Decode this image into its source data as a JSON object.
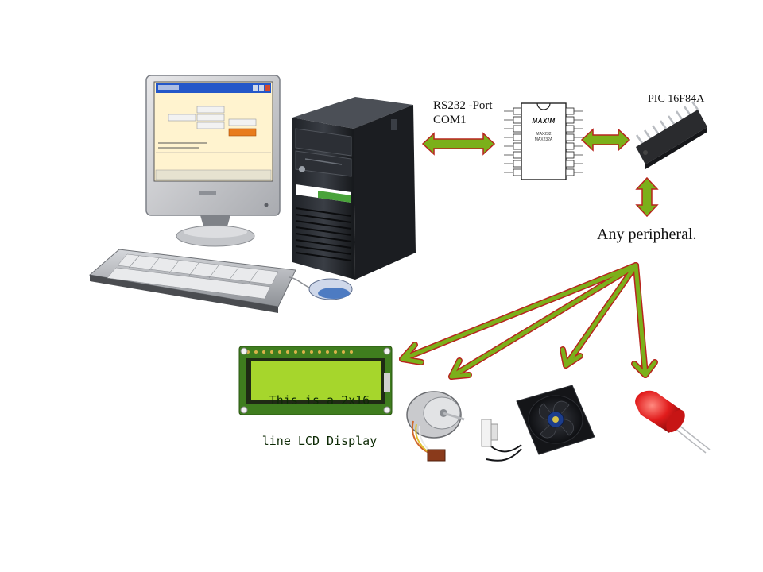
{
  "labels": {
    "rs232_line1": "RS232 -Port",
    "rs232_line2": "COM1",
    "pic": "PIC 16F84A",
    "peripheral": "Any peripheral."
  },
  "lcd": {
    "line1": "This is a 2x16",
    "line2": "line LCD Display"
  },
  "chip": {
    "brand": "MAXIM",
    "part1": "MAX232",
    "part2": "MAX232A"
  },
  "colors": {
    "arrow_fill": "#7bb01a",
    "arrow_outline": "#b8241e",
    "lcd_screen": "#a6d62c",
    "pcb": "#3f7d1e",
    "led": "#e11c1c",
    "screen_bg": "#fff3cf"
  }
}
